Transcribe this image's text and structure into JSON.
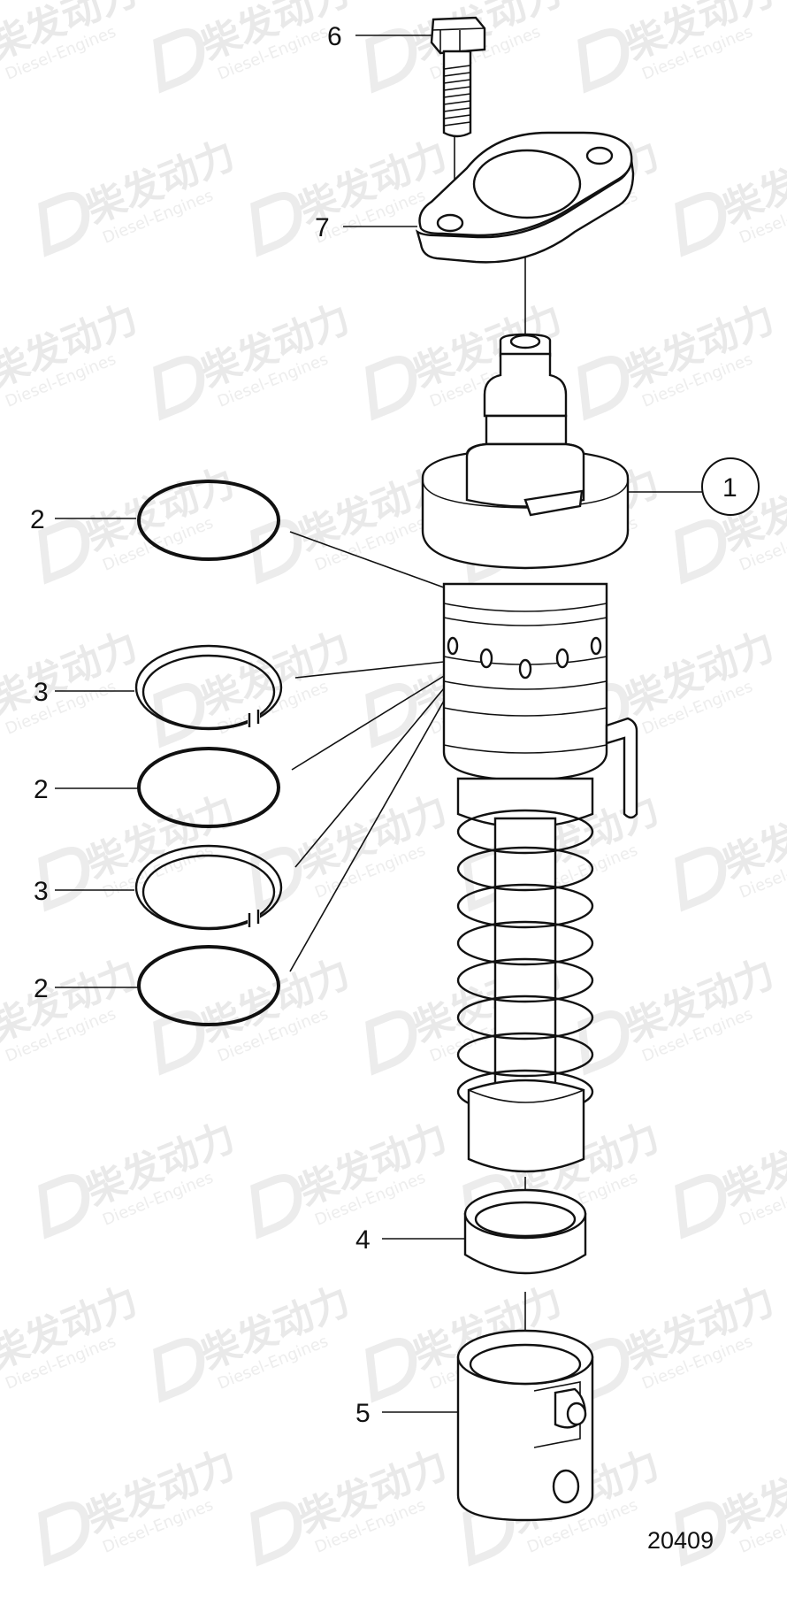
{
  "watermark": {
    "cn": "柴发动力",
    "en": "Diesel-Engines"
  },
  "drawing_number": "20409",
  "callouts": {
    "p1": "1",
    "p2a": "2",
    "p3a": "3",
    "p2b": "2",
    "p3b": "3",
    "p2c": "2",
    "p4": "4",
    "p5": "5",
    "p6": "6",
    "p7": "7"
  }
}
